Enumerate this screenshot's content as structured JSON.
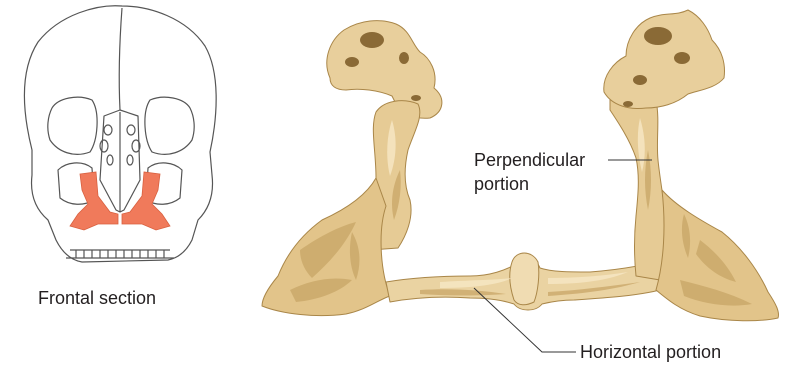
{
  "figure": {
    "skull_caption": "Frontal section",
    "perpendicular_label_line1": "Perpendicular",
    "perpendicular_label_line2": "portion",
    "horizontal_label": "Horizontal portion",
    "colors": {
      "highlight": "#f07a5b",
      "bone_fill": "#e8cf9c",
      "bone_shadow": "#c8a667",
      "bone_highlight": "#f6e6c3",
      "outline": "#3b3b3b"
    }
  }
}
